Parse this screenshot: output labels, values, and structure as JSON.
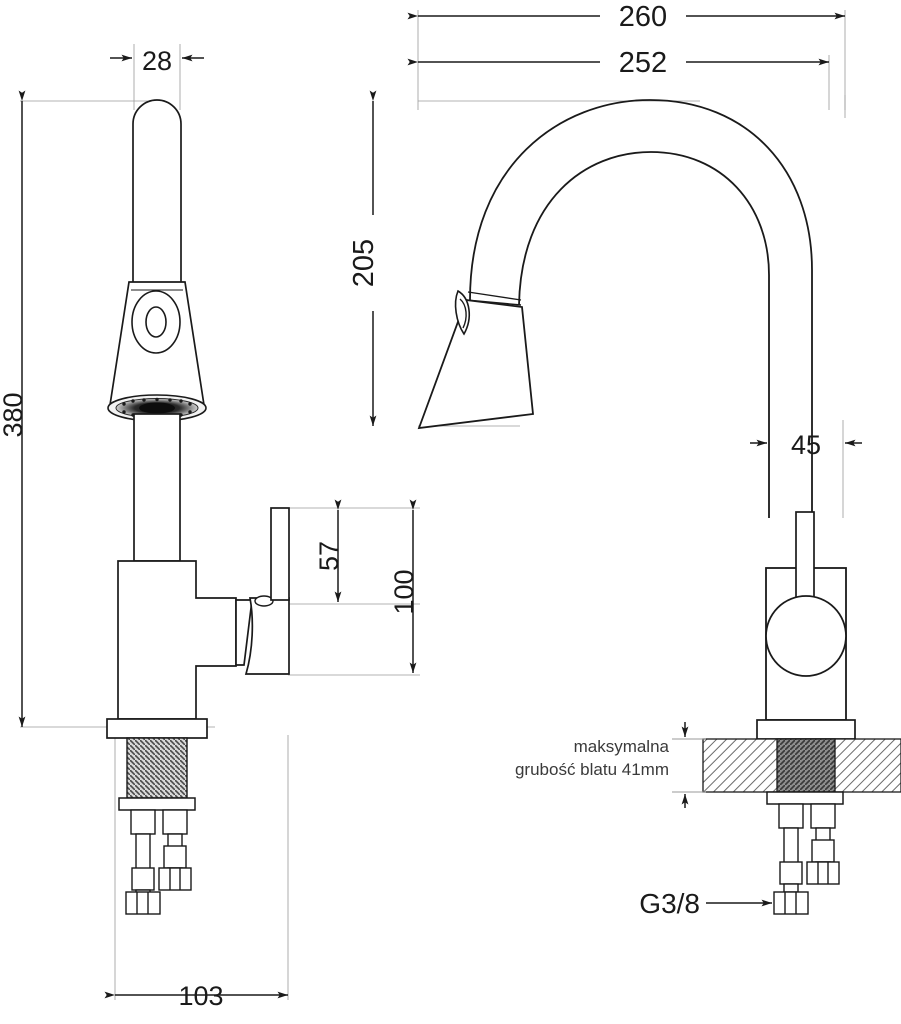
{
  "drawing": {
    "title": "Kitchen faucet technical dimension drawing",
    "units": "mm",
    "line_color": "#1a1a1a",
    "thin_line_color": "#8a8a8a",
    "hatch_color": "#6b6b6b",
    "text_color": "#1a1a1a",
    "note_color": "#3a3a3a",
    "background": "#ffffff"
  },
  "dimensions": {
    "d28": "28",
    "d380": "380",
    "d103": "103",
    "d260": "260",
    "d252": "252",
    "d205": "205",
    "d45": "45",
    "d57": "57",
    "d100": "100"
  },
  "labels": {
    "thread_spec": "G3/8",
    "note_line1": "maksymalna",
    "note_line2": "grubość blatu 41mm"
  },
  "views": {
    "front": {
      "name": "front-elevation-view",
      "dims": [
        "28",
        "380",
        "103",
        "57",
        "100"
      ]
    },
    "side": {
      "name": "side-section-view",
      "dims": [
        "260",
        "252",
        "205",
        "45"
      ],
      "notes": [
        "maksymalna",
        "grubość blatu 41mm",
        "G3/8"
      ]
    }
  }
}
